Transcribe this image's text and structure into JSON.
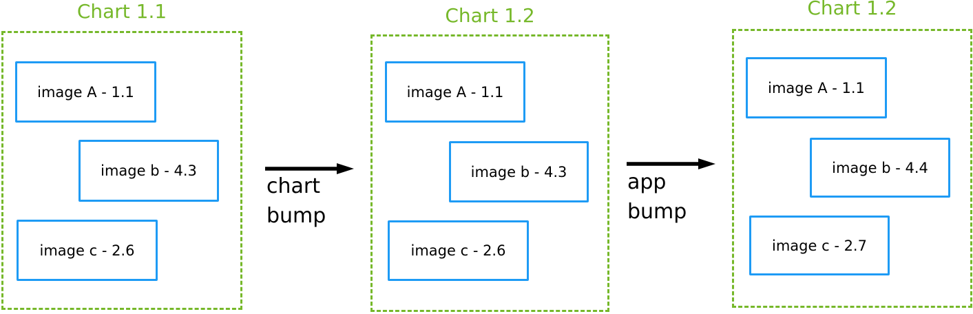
{
  "colors": {
    "green": "#76B82A",
    "blue": "#1E9BF5",
    "black": "#000000",
    "background": "#FFFFFF"
  },
  "panels": [
    {
      "title": "Chart 1.1",
      "items": [
        {
          "label": "image A - 1.1"
        },
        {
          "label": "image b - 4.3"
        },
        {
          "label": "image c - 2.6"
        }
      ]
    },
    {
      "title": "Chart 1.2",
      "items": [
        {
          "label": "image A - 1.1"
        },
        {
          "label": "image b - 4.3"
        },
        {
          "label": "image c - 2.6"
        }
      ]
    },
    {
      "title": "Chart 1.2",
      "items": [
        {
          "label": "image A - 1.1"
        },
        {
          "label": "image b - 4.4"
        },
        {
          "label": "image c - 2.7"
        }
      ]
    }
  ],
  "arrows": [
    {
      "lines": [
        "chart",
        "bump"
      ]
    },
    {
      "lines": [
        "app",
        "bump"
      ]
    }
  ]
}
